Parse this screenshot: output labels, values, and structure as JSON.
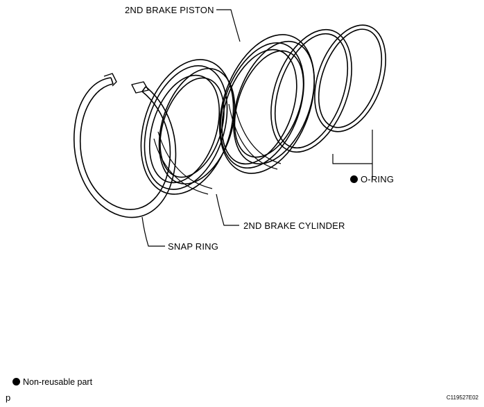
{
  "labels": {
    "piston": "2ND BRAKE PISTON",
    "oring": "O-RING",
    "cylinder": "2ND BRAKE CYLINDER",
    "snap_ring": "SNAP RING"
  },
  "legend": {
    "text": "Non-reusable part"
  },
  "footer": {
    "corner_mark": "p",
    "figure_code": "C119527E02"
  },
  "colors": {
    "ink": "#000000",
    "background": "#ffffff"
  }
}
